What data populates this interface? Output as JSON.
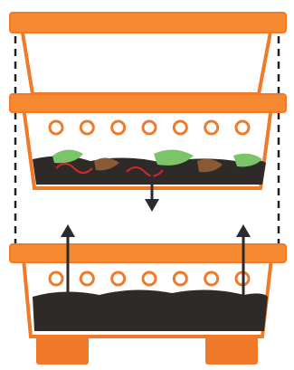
{
  "diagram": {
    "colors": {
      "tray_outline": "#f07a2a",
      "tray_rim": "#f58a33",
      "dashed_guide": "#222222",
      "arrow": "#2b2b2b",
      "compost": "#2e2a27",
      "food_scraps_green": "#7bc46a",
      "food_scraps_brown": "#8a5a35",
      "worm": "#d8262b",
      "feet": "#f07a2a"
    },
    "trays": [
      {
        "name": "top-tray",
        "air_holes": 0
      },
      {
        "name": "middle-tray",
        "air_holes": 7
      },
      {
        "name": "bottom-tray",
        "air_holes": 7
      }
    ],
    "arrows": [
      {
        "name": "down-arrow",
        "direction": "down"
      },
      {
        "name": "up-arrow-left",
        "direction": "up"
      },
      {
        "name": "up-arrow-right",
        "direction": "up"
      }
    ]
  }
}
